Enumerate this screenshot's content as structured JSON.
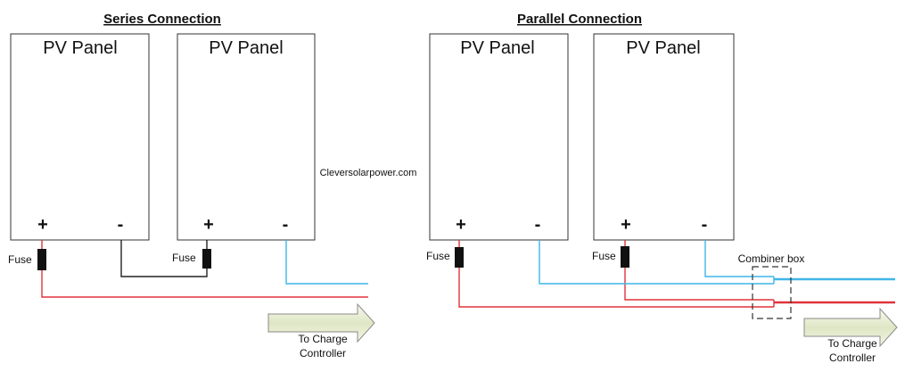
{
  "series": {
    "title": "Series Connection",
    "panel_1": {
      "title": "PV Panel",
      "plus": "+",
      "minus": "-"
    },
    "panel_2": {
      "title": "PV Panel",
      "plus": "+",
      "minus": "-"
    },
    "fuse_1": "Fuse",
    "fuse_2": "Fuse",
    "output_line_1": "To Charge",
    "output_line_2": "Controller"
  },
  "parallel": {
    "title": "Parallel Connection",
    "panel_1": {
      "title": "PV Panel",
      "plus": "+",
      "minus": "-"
    },
    "panel_2": {
      "title": "PV Panel",
      "plus": "+",
      "minus": "-"
    },
    "fuse_1": "Fuse",
    "fuse_2": "Fuse",
    "combiner_label": "Combiner box",
    "output_line_1": "To Charge",
    "output_line_2": "Controller"
  },
  "watermark": "Cleversolarpower.com",
  "colors": {
    "positive_wire": "#e0333a",
    "negative_wire": "#3fb6e8",
    "jumper_wire": "#222222",
    "arrow_fill": "#eef3dc"
  }
}
